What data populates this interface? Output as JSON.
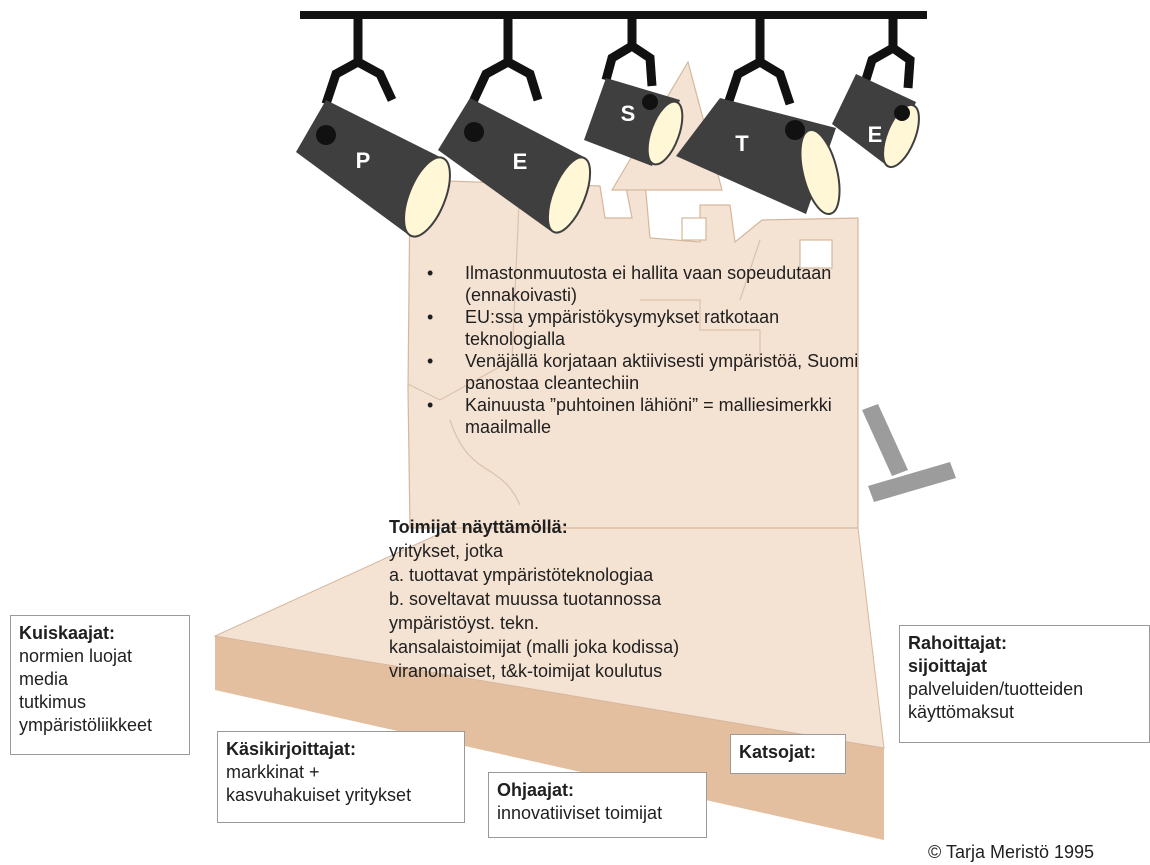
{
  "spotlights": [
    "P",
    "E",
    "S",
    "T",
    "E"
  ],
  "stage_notes": [
    "Ilmastonmuutosta ei hallita vaan sopeudutaan (ennakoivasti)",
    "EU:ssa ympäristökysymykset ratkotaan teknologialla",
    "Venäjällä korjataan aktiivisesti ympäristöä, Suomi panostaa cleantechiin",
    "Kainuusta ”puhtoinen lähiöni” = malliesimerkki maailmalle"
  ],
  "actors": {
    "heading": "Toimijat näyttämöllä:",
    "lines": [
      "yritykset, jotka",
      "a. tuottavat ympäristöteknologiaa",
      "b. soveltavat muussa tuotannossa",
      "ympäristöyst. tekn.",
      "kansalaistoimijat (malli joka kodissa)",
      "viranomaiset, t&k-toimijat koulutus"
    ]
  },
  "whisperers": {
    "heading": "Kuiskaajat:",
    "lines": [
      "normien luojat",
      "media",
      "tutkimus",
      "ympäristöliikkeet"
    ]
  },
  "financiers": {
    "heading_lines": [
      "Rahoittajat:",
      "sijoittajat"
    ],
    "lines": [
      "palveluiden/tuotteiden",
      "käyttömaksut"
    ]
  },
  "scriptwriters": {
    "heading": "Käsikirjoittajat:",
    "lines": [
      "markkinat +",
      "kasvuhakuiset yritykset"
    ]
  },
  "spectators": {
    "heading": "Katsojat:"
  },
  "directors": {
    "heading": "Ohjaajat:",
    "lines": [
      "innovatiiviset toimijat"
    ]
  },
  "copyright": "© Tarja Meristö 1995",
  "colors": {
    "stage_light": "#f4e2d3",
    "stage_front": "#e3bfa0",
    "stage_outline": "#d6b79d",
    "spotlight_body": "#3f3f3f",
    "lens": "#fff7d6",
    "truss": "#111111",
    "stand": "#9c9c9c"
  }
}
